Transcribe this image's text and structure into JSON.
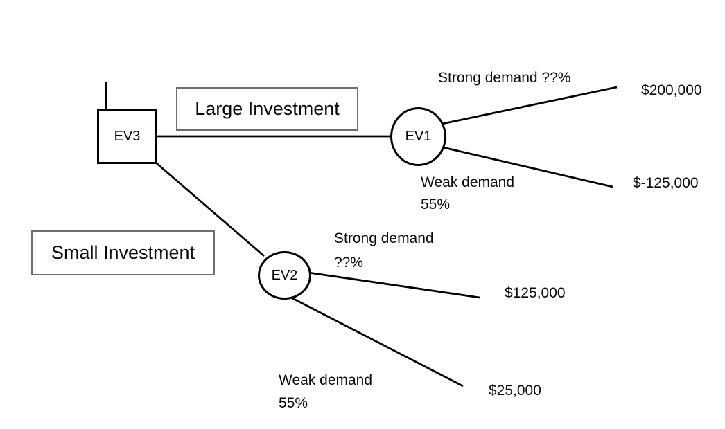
{
  "tree": {
    "type": "decision-tree",
    "decision_node": {
      "label": "EV3"
    },
    "branch_large": {
      "choice_label": "Large Investment",
      "chance_node": {
        "label": "EV1"
      },
      "outcome_strong": {
        "label": "Strong demand ??%",
        "payoff": "$200,000"
      },
      "outcome_weak": {
        "label_line1": "Weak demand",
        "label_line2": "55%",
        "payoff": "$-125,000"
      }
    },
    "branch_small": {
      "choice_label": "Small Investment",
      "chance_node": {
        "label": "EV2"
      },
      "outcome_strong": {
        "label_line1": "Strong demand",
        "label_line2": "??%",
        "payoff": "$125,000"
      },
      "outcome_weak": {
        "label_line1": "Weak demand",
        "label_line2": "55%",
        "payoff": "$25,000"
      }
    },
    "colors": {
      "line": "#000000",
      "node_border": "#000000",
      "choice_box_border": "#6e6e6e",
      "text": "#0a0a0a",
      "background": "#ffffff"
    }
  }
}
